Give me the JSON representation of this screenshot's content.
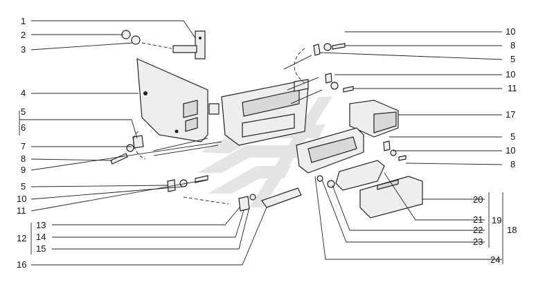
{
  "labels": {
    "l1": "1",
    "l2": "2",
    "l3": "3",
    "l4": "4",
    "l5a": "5",
    "l6": "6",
    "l7": "7",
    "l8a": "8",
    "l9": "9",
    "l5b": "5",
    "l10a": "10",
    "l11a": "11",
    "l12": "12",
    "l13": "13",
    "l14": "14",
    "l15": "15",
    "l16": "16",
    "r10a": "10",
    "r8a": "8",
    "r5a": "5",
    "r10b": "10",
    "r11": "11",
    "r17": "17",
    "r5b": "5",
    "r10c": "10",
    "r8b": "8",
    "r20": "20",
    "r19": "19",
    "r18": "18",
    "r21": "21",
    "r22": "22",
    "r23": "23",
    "r24": "24"
  },
  "colors": {
    "line": "#222222",
    "part_fill": "#eeeeee",
    "watermark": "#cfcfcf"
  },
  "watermark_icon": "manufacturer-logo-watermark"
}
